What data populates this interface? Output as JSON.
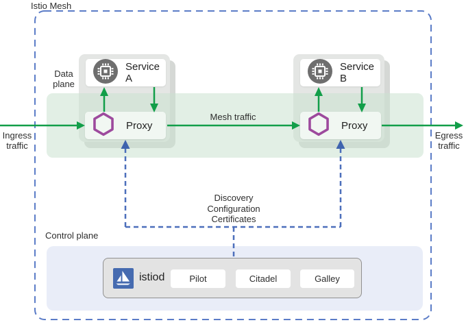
{
  "mesh_title": "Istio Mesh",
  "planes": {
    "data": [
      "Data",
      "plane"
    ],
    "control": "Control plane"
  },
  "traffic": {
    "ingress": [
      "Ingress",
      "traffic"
    ],
    "egress": [
      "Egress",
      "traffic"
    ],
    "mesh_label": "Mesh traffic"
  },
  "workloads": {
    "a": {
      "service": "Service A",
      "proxy": "Proxy"
    },
    "b": {
      "service": "Service B",
      "proxy": "Proxy"
    }
  },
  "control_plane": {
    "istiod": "istiod",
    "components": [
      "Pilot",
      "Citadel",
      "Galley"
    ]
  },
  "istiod_link": {
    "lines": [
      "Discovery",
      "Configuration",
      "Certificates"
    ]
  },
  "icons": {
    "service": "microchip-icon",
    "proxy": "envoy-proxy-hexagon-icon",
    "istiod": "istio-sailboat-icon"
  },
  "colors": {
    "traffic_green": "#129e49",
    "mesh_border_blue": "#5b7cc7",
    "config_dash_blue": "#4c6fbb",
    "proxy_purple": "#9d4a9d",
    "istio_blue": "#466bb0",
    "service_icon_gray": "#6e6e6e",
    "card_gray": "#e4e6e4",
    "data_plane_band": "#e2efe4",
    "control_panel_bg": "#e9edf8"
  }
}
